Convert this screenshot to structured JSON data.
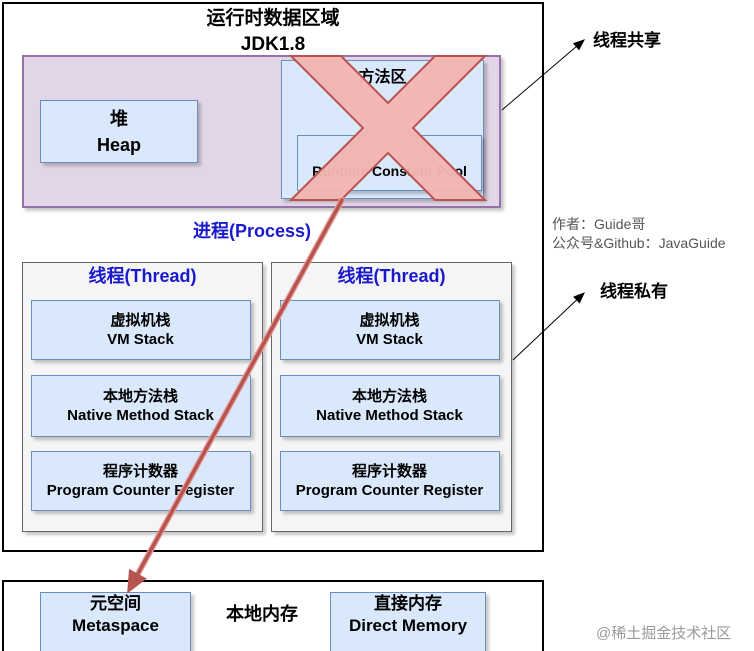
{
  "title": {
    "line1": "运行时数据区域",
    "line2": "JDK1.8"
  },
  "heap": {
    "zh": "堆",
    "en": "Heap"
  },
  "method_area": {
    "zh": "方法区",
    "constant_pool": "Runtime Constant Pool"
  },
  "process_label": "进程(Process)",
  "threads": [
    {
      "label": "线程(Thread)",
      "areas": [
        {
          "zh": "虚拟机栈",
          "en": "VM Stack"
        },
        {
          "zh": "本地方法栈",
          "en": "Native Method Stack"
        },
        {
          "zh": "程序计数器",
          "en": "Program Counter Register"
        }
      ]
    },
    {
      "label": "线程(Thread)",
      "areas": [
        {
          "zh": "虚拟机栈",
          "en": "VM Stack"
        },
        {
          "zh": "本地方法栈",
          "en": "Native Method Stack"
        },
        {
          "zh": "程序计数器",
          "en": "Program Counter Register"
        }
      ]
    }
  ],
  "annotations": {
    "shared": "线程共享",
    "private": "线程私有",
    "author": "作者：Guide哥",
    "account": "公众号&Github：JavaGuide"
  },
  "native_memory": {
    "label": "本地内存",
    "metaspace": {
      "zh": "元空间",
      "en": "Metaspace"
    },
    "direct_memory": {
      "zh": "直接内存",
      "en": "Direct Memory"
    }
  },
  "watermark": "@稀土掘金技术社区",
  "colors": {
    "shared_fill": "#e1d5e7",
    "shared_border": "#9673a6",
    "box_fill": "#dae8fc",
    "box_border": "#6c8ebf",
    "thread_fill": "#f5f5f5",
    "thread_border": "#666666",
    "label_blue": "#1a1acc",
    "cross_fill": "#f2b4b2",
    "cross_stroke": "#b85450",
    "arrow_red": "#b85450"
  }
}
